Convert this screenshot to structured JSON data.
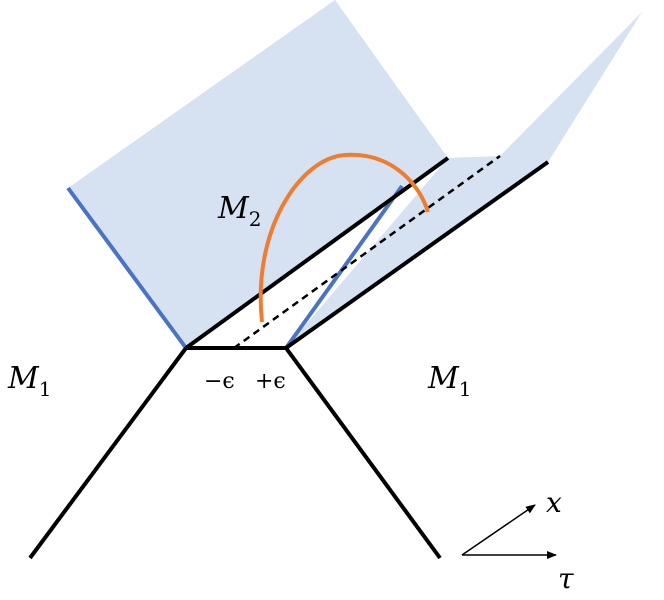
{
  "labels": {
    "m2": "M",
    "m2_sub": "2",
    "m1_left": "M",
    "m1_left_sub": "1",
    "m1_right": "M",
    "m1_right_sub": "1",
    "minus_eps": "−ϵ",
    "plus_eps": "+ϵ",
    "axis_x": "x",
    "axis_tau": "τ"
  },
  "colors": {
    "sheet_fill": "#d6e1f2",
    "boundary_blue": "#4a73c4",
    "curve_orange": "#ed7d31",
    "line_black": "#000000"
  }
}
